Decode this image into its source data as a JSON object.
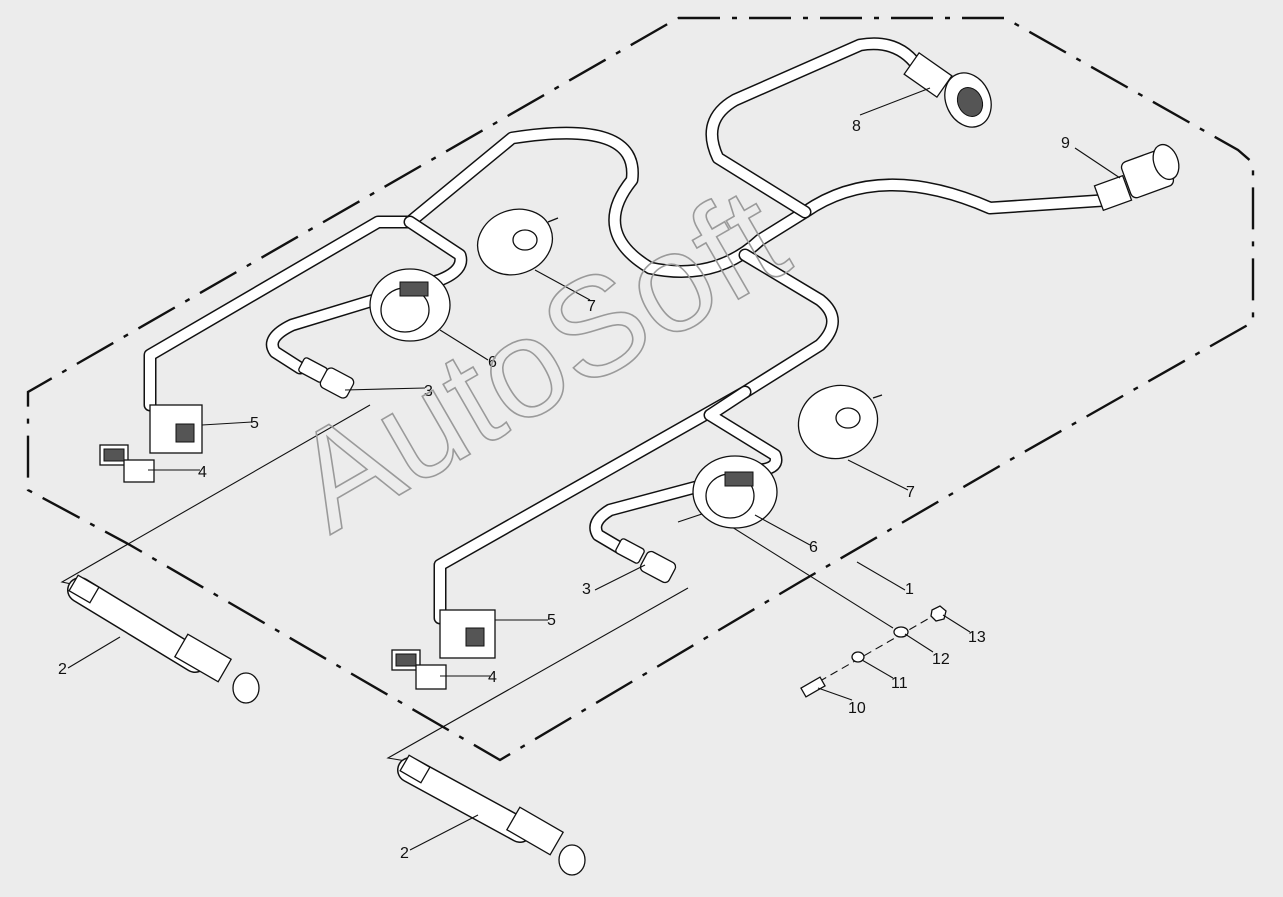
{
  "diagram": {
    "watermark": "AutoSoft",
    "callouts": [
      {
        "id": "c1",
        "label": "1"
      },
      {
        "id": "c2a",
        "label": "2"
      },
      {
        "id": "c2b",
        "label": "2"
      },
      {
        "id": "c3a",
        "label": "3"
      },
      {
        "id": "c3b",
        "label": "3"
      },
      {
        "id": "c4a",
        "label": "4"
      },
      {
        "id": "c4b",
        "label": "4"
      },
      {
        "id": "c5a",
        "label": "5"
      },
      {
        "id": "c5b",
        "label": "5"
      },
      {
        "id": "c6a",
        "label": "6"
      },
      {
        "id": "c6b",
        "label": "6"
      },
      {
        "id": "c7a",
        "label": "7"
      },
      {
        "id": "c7b",
        "label": "7"
      },
      {
        "id": "c8",
        "label": "8"
      },
      {
        "id": "c9",
        "label": "9"
      },
      {
        "id": "c10",
        "label": "10"
      },
      {
        "id": "c11",
        "label": "11"
      },
      {
        "id": "c12",
        "label": "12"
      },
      {
        "id": "c13",
        "label": "13"
      }
    ],
    "colors": {
      "background": "#ececec",
      "line": "#111111",
      "watermark": "#9a9a9a"
    }
  }
}
